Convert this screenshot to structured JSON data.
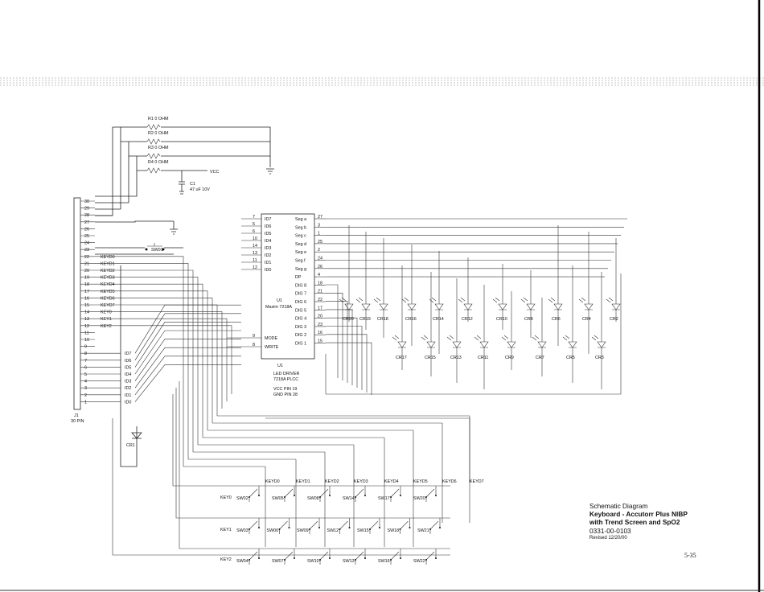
{
  "page_number": "5-35",
  "title_block": {
    "line1": "Schematic Diagram",
    "line2": "Keyboard - Accutorr Plus NIBP",
    "line3": "with Trend Screen and SpO2",
    "line4": "0331-00-0103",
    "line5": "Revised  12/20/00"
  },
  "resistors": [
    "R1 0 OHM",
    "R2 0 OHM",
    "R3 0 OHM",
    "R4 0 OHM"
  ],
  "capacitor": {
    "ref": "C1",
    "value": "47 uF 10V"
  },
  "vcc_label": "VCC",
  "switch_sw01": "SW01",
  "connector": {
    "ref": "J1",
    "desc": "30 PIN",
    "pins": [
      "30",
      "29",
      "28",
      "27",
      "26",
      "25",
      "24",
      "23",
      "22",
      "21",
      "20",
      "19",
      "18",
      "17",
      "16",
      "15",
      "14",
      "13",
      "12",
      "11",
      "10",
      "9",
      "8",
      "7",
      "6",
      "5",
      "4",
      "3",
      "2",
      "1"
    ],
    "signals": [
      "KEYD0",
      "KEYD1",
      "KEYD2",
      "KEYD3",
      "KEYD4",
      "KEYD5",
      "KEYD6",
      "KEYD7",
      "KEY0",
      "KEY1",
      "KEY2"
    ],
    "id_signals": [
      "ID7",
      "ID6",
      "ID5",
      "ID4",
      "ID3",
      "ID2",
      "ID1",
      "ID0"
    ]
  },
  "u1": {
    "ref": "U1",
    "part": "Maxim 7218A",
    "caption1": "LED DRIVER",
    "caption2": "7218A PLCC",
    "caption3": "VCC PIN 19",
    "caption4": "GND PIN 28",
    "left_pins": [
      {
        "num": "7",
        "name": "ID7"
      },
      {
        "num": "5",
        "name": "ID6"
      },
      {
        "num": "6",
        "name": "ID5"
      },
      {
        "num": "10",
        "name": "ID4"
      },
      {
        "num": "14",
        "name": "ID3"
      },
      {
        "num": "13",
        "name": "ID2"
      },
      {
        "num": "11",
        "name": "ID1"
      },
      {
        "num": "12",
        "name": "ID0"
      },
      {
        "num": "9",
        "name": "MODE"
      },
      {
        "num": "8",
        "name": "WRITE"
      }
    ],
    "right_pins": [
      {
        "num": "27",
        "name": "Seg a"
      },
      {
        "num": "3",
        "name": "Seg b"
      },
      {
        "num": "1",
        "name": "Seg c"
      },
      {
        "num": "25",
        "name": "Seg d"
      },
      {
        "num": "2",
        "name": "Seg e"
      },
      {
        "num": "24",
        "name": "Seg f"
      },
      {
        "num": "26",
        "name": "Seg g"
      },
      {
        "num": "4",
        "name": "DP"
      },
      {
        "num": "18",
        "name": "DIG 8"
      },
      {
        "num": "21",
        "name": "DIG 7"
      },
      {
        "num": "22",
        "name": "DIG 6"
      },
      {
        "num": "17",
        "name": "DIG 5"
      },
      {
        "num": "20",
        "name": "DIG 4"
      },
      {
        "num": "23",
        "name": "DIG 3"
      },
      {
        "num": "16",
        "name": "DIG 2"
      },
      {
        "num": "15",
        "name": "DIG 1"
      }
    ]
  },
  "led_row1": [
    "CR20",
    "CR19",
    "CR18",
    "CR16",
    "CR14",
    "CR12",
    "CR10",
    "CR8",
    "CR6",
    "CR4",
    "CR2"
  ],
  "led_row2": [
    "CR17",
    "CR15",
    "CR13",
    "CR11",
    "CR9",
    "CR7",
    "CR5",
    "CR3"
  ],
  "led_cr1": "CR1",
  "keyd_columns": [
    "KEYD0",
    "KEYD1",
    "KEYD2",
    "KEYD3",
    "KEYD4",
    "KEYD5",
    "KEYD6",
    "KEYD7"
  ],
  "key_rows": [
    "KEY0",
    "KEY1",
    "KEY2"
  ],
  "switch_rows": [
    [
      "SW02",
      "SW05",
      "SW08",
      "SW14",
      "SW17",
      "SW20"
    ],
    [
      "SW03",
      "SW06",
      "SW09",
      "SW12",
      "SW15",
      "SW18",
      "SW21"
    ],
    [
      "SW04",
      "SW07",
      "SW10",
      "SW13",
      "SW16",
      "SW22"
    ]
  ]
}
